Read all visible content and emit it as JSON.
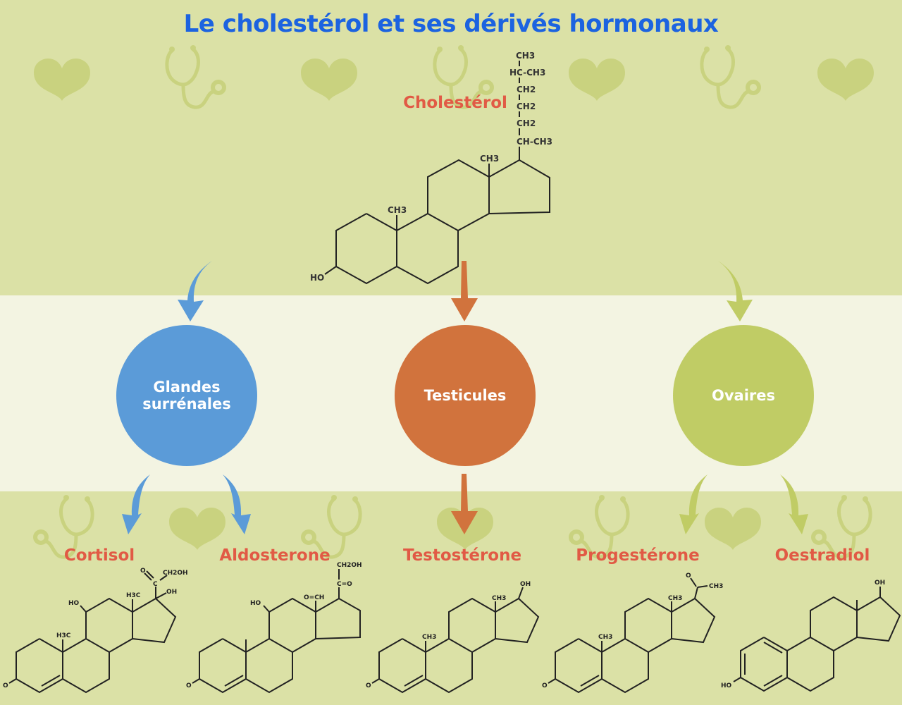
{
  "title": "Le cholestérol et ses dérivés hormonaux",
  "source": {
    "label": "Cholestérol",
    "chain": [
      "CH3",
      "HC-CH3",
      "CH2",
      "CH2",
      "CH2",
      "CH-CH3"
    ],
    "methyl_c": "CH3",
    "methyl_d": "CH3",
    "hydroxyl": "HO"
  },
  "organs": [
    {
      "name": "Glandes surrénales",
      "color": "#5b9bd8"
    },
    {
      "name": "Testicules",
      "color": "#d1733d"
    },
    {
      "name": "Ovaires",
      "color": "#c0cc65"
    }
  ],
  "hormones": [
    {
      "name": "Cortisol",
      "organ": "Glandes surrénales"
    },
    {
      "name": "Aldosterone",
      "organ": "Glandes surrénales"
    },
    {
      "name": "Testostérone",
      "organ": "Testicules"
    },
    {
      "name": "Progestérone",
      "organ": "Ovaires"
    },
    {
      "name": "Oestradiol",
      "organ": "Ovaires"
    }
  ],
  "molecule_labels": {
    "cortisol": {
      "ketone": "O",
      "c": "C",
      "ch2oh": "CH2OH",
      "oh": "OH",
      "ho": "HO",
      "h3c_top": "H3C",
      "h3c_bot": "H3C",
      "o": "O"
    },
    "aldosterone": {
      "ch2oh": "CH2OH",
      "co": "C=O",
      "och": "O=CH",
      "ho": "HO",
      "o": "O"
    },
    "testosterone": {
      "oh": "OH",
      "ch3_top": "CH3",
      "ch3_bot": "CH3",
      "o": "O"
    },
    "progesterone": {
      "o_top": "O",
      "ch3_side": "CH3",
      "ch3_top": "CH3",
      "ch3_bot": "CH3",
      "o": "O"
    },
    "oestradiol": {
      "oh": "OH",
      "ho": "HO"
    }
  },
  "colors": {
    "title": "#1c63e0",
    "label": "#e15a45",
    "blue": "#5b9bd8",
    "orange": "#d1733d",
    "green": "#c0cc65",
    "band": "#dbe1a6",
    "mid_band": "#f3f4e2"
  },
  "icons": [
    "heart-icon",
    "stethoscope-icon"
  ]
}
